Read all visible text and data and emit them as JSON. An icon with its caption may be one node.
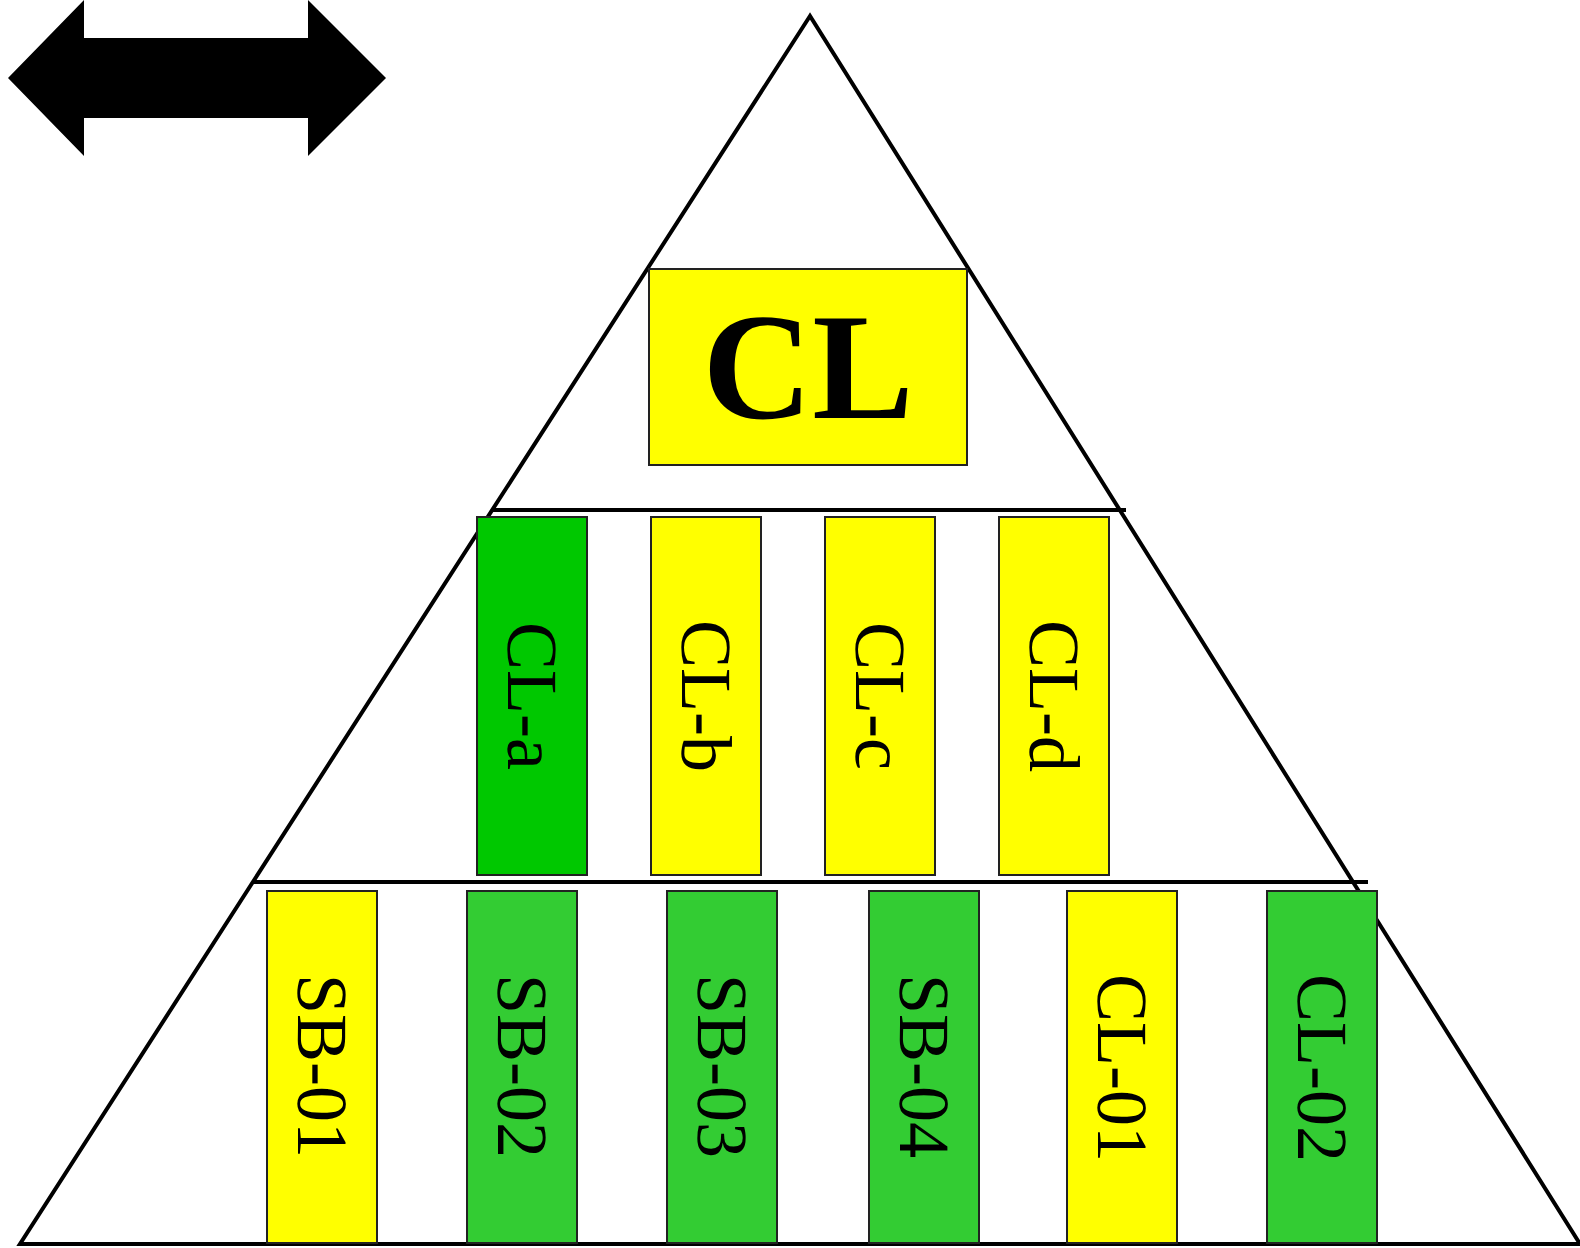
{
  "diagram": {
    "nodes": [
      {
        "text": [
          "CL"
        ]
      },
      {
        "text": [
          "CL-a"
        ]
      },
      {
        "text": [
          "CL-b"
        ]
      },
      {
        "text": [
          "CL-c"
        ]
      },
      {
        "text": [
          "CL-d"
        ]
      },
      {
        "text": [
          "SB-01"
        ]
      },
      {
        "text": [
          "SB-02"
        ]
      },
      {
        "text": [
          "SB-03"
        ]
      },
      {
        "text": [
          "SB-04"
        ]
      },
      {
        "text": [
          "CL-01"
        ]
      },
      {
        "text": [
          "CL-02"
        ]
      }
    ],
    "edges": []
  }
}
